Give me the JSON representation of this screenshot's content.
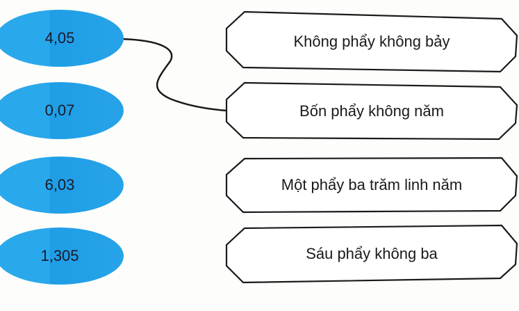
{
  "numbers": [
    {
      "label": "4,05"
    },
    {
      "label": "0,07"
    },
    {
      "label": "6,03"
    },
    {
      "label": "1,305"
    }
  ],
  "words": [
    {
      "label": "Không phẩy không bảy"
    },
    {
      "label": "Bốn phẩy không năm"
    },
    {
      "label": "Một phẩy ba trăm linh năm"
    },
    {
      "label": "Sáu phẩy không ba"
    }
  ],
  "connections": [
    {
      "from": "4,05",
      "to": "Bốn phẩy không năm"
    }
  ],
  "colors": {
    "oval_fill": "#2aa8ec",
    "line": "#1a1a1a",
    "background": "#fdfdfb"
  }
}
